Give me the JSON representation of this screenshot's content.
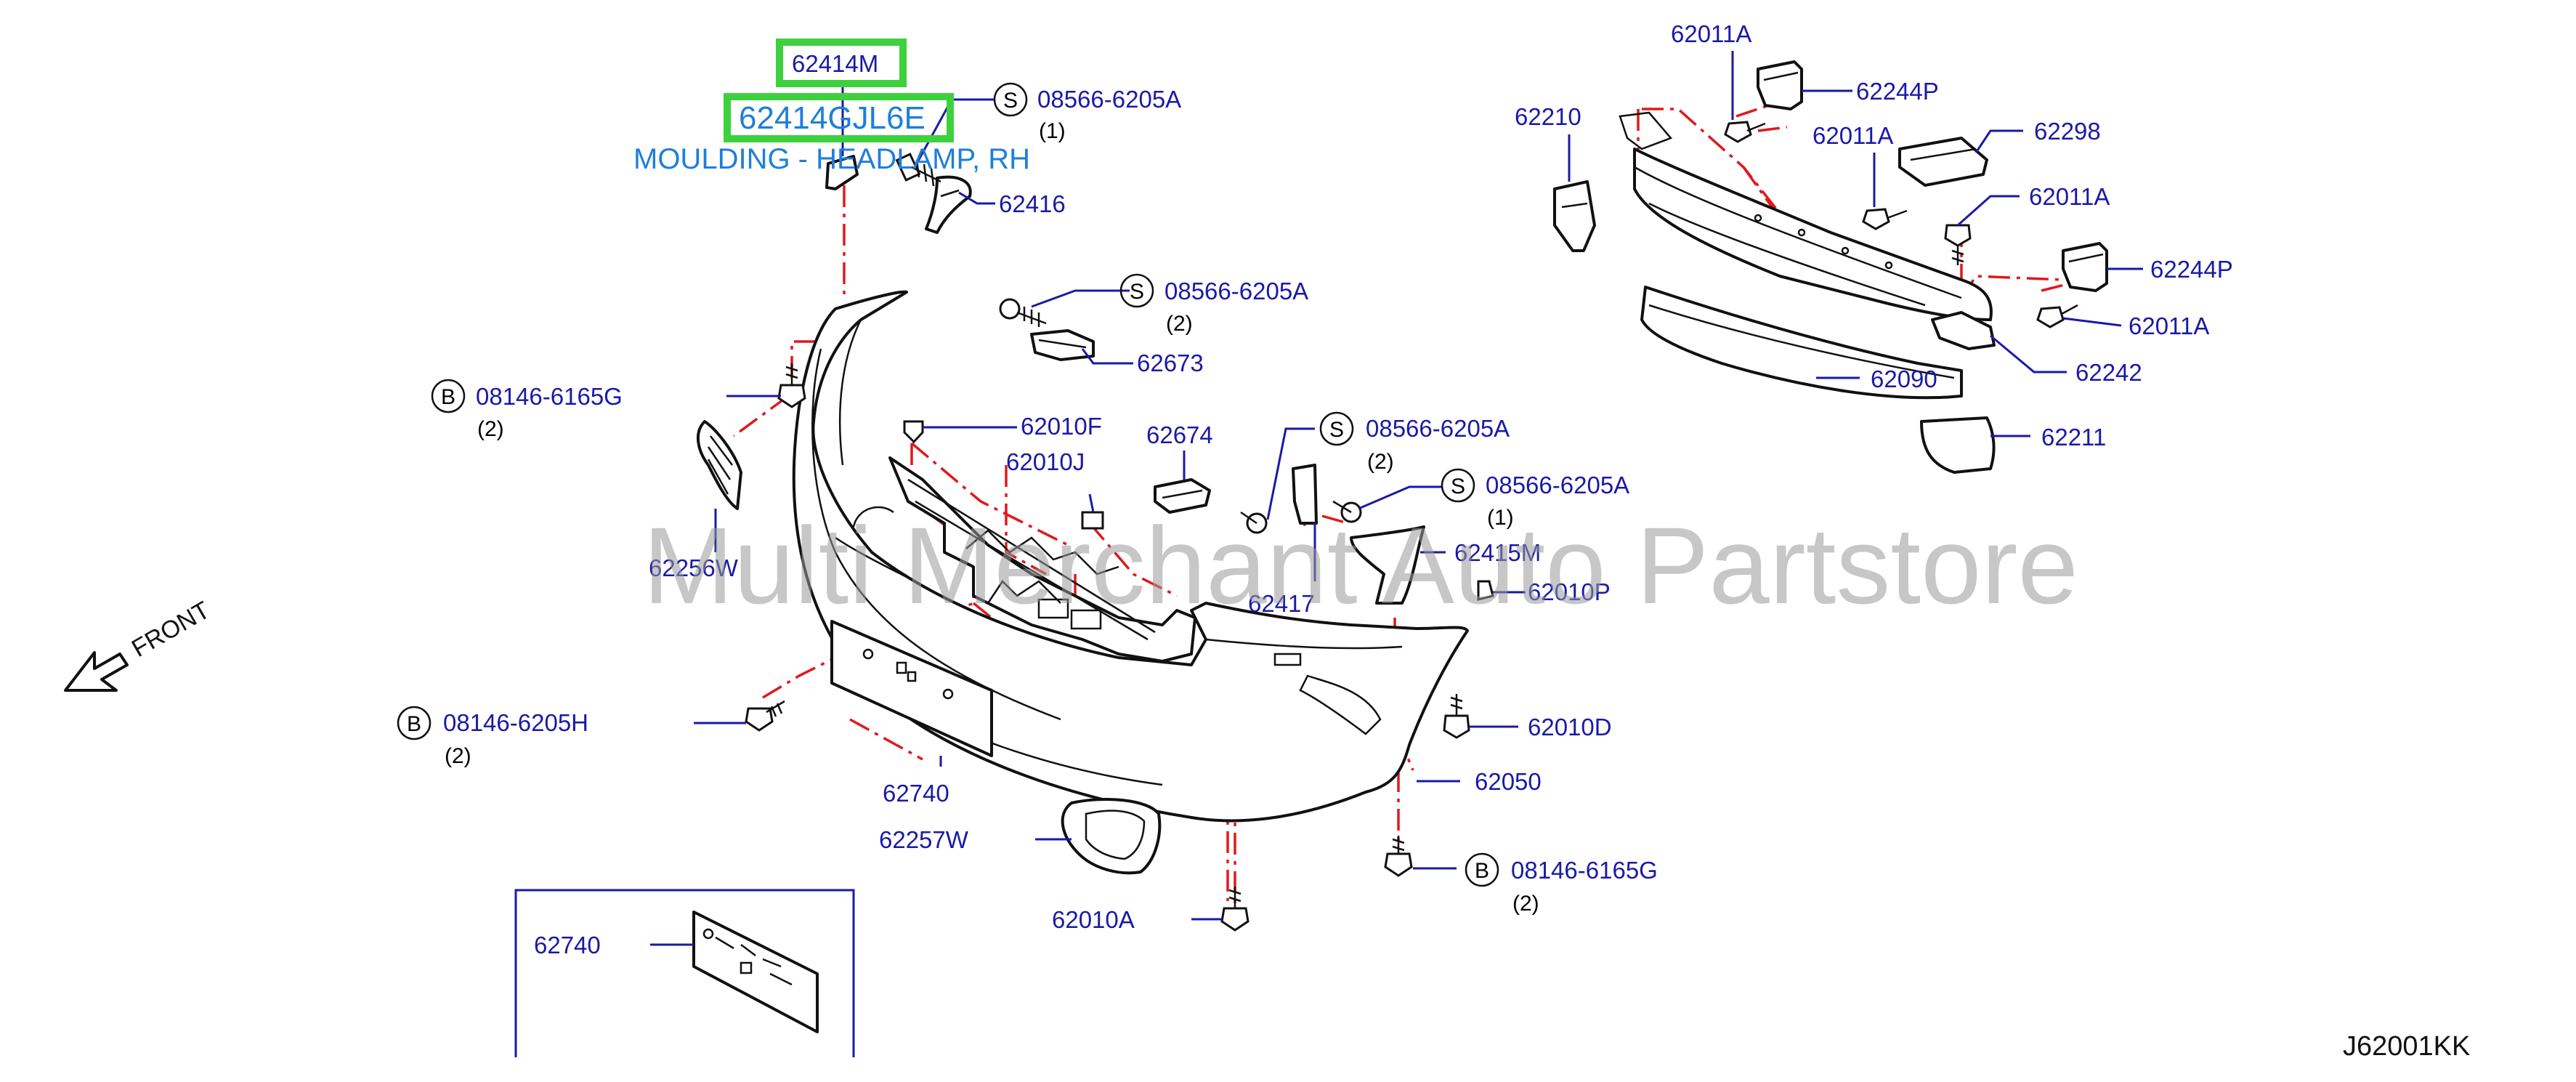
{
  "diagram": {
    "code": "J62001KK",
    "watermark": "Multi Merchant Auto Partstore",
    "highlight": {
      "part": "62414M",
      "selected_part": "62414GJL6E",
      "selected_desc": "MOULDING - HEADLAMP, RH"
    },
    "front_label": "FRONT",
    "symbols": {
      "screw": "S",
      "bolt": "B"
    },
    "labels": {
      "p62416": "62416",
      "s1_no": "08566-6205A",
      "s1_qty": "(1)",
      "s2_no": "08566-6205A",
      "s2_qty": "(2)",
      "s3_no": "08566-6205A",
      "s3_qty": "(2)",
      "s4_no": "08566-6205A",
      "s4_qty": "(1)",
      "p62673": "62673",
      "b1_no": "08146-6165G",
      "b1_qty": "(2)",
      "p62010F": "62010F",
      "p62674": "62674",
      "p62010J": "62010J",
      "p62256W": "62256W",
      "p62415M": "62415M",
      "p62417": "62417",
      "p62010P": "62010P",
      "b2_no": "08146-6205H",
      "b2_qty": "(2)",
      "p62010D": "62010D",
      "p62050": "62050",
      "p62740": "62740",
      "p62257W": "62257W",
      "b3_no": "08146-6165G",
      "b3_qty": "(2)",
      "p62010A": "62010A",
      "p62740b": "62740",
      "p62011A_1": "62011A",
      "p62244P_1": "62244P",
      "p62210": "62210",
      "p62011A_2": "62011A",
      "p62298": "62298",
      "p62011A_3": "62011A",
      "p62244P_2": "62244P",
      "p62011A_4": "62011A",
      "p62242": "62242",
      "p62090": "62090",
      "p62211": "62211"
    }
  }
}
